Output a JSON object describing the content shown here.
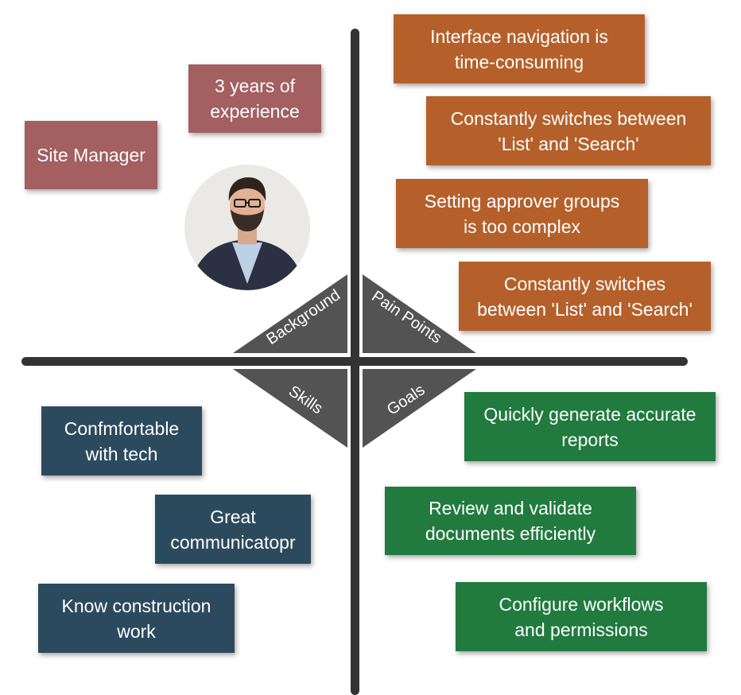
{
  "colors": {
    "background_card": "#a45f61",
    "pain_card": "#b5602b",
    "skills_card": "#2c4a5e",
    "goals_card": "#217a3e",
    "axis": "#333333",
    "quadrant_triangle": "#535353"
  },
  "quadrants": {
    "background": "Background",
    "pain_points": "Pain Points",
    "skills": "Skills",
    "goals": "Goals"
  },
  "persona": {
    "photo_icon": "person-photo-icon"
  },
  "background": {
    "items": [
      {
        "line1": "3 years of",
        "line2": "experience"
      },
      {
        "line1": "Site Manager",
        "line2": ""
      }
    ]
  },
  "pain_points": {
    "items": [
      {
        "line1": "Interface navigation is",
        "line2": "time-consuming"
      },
      {
        "line1": "Constantly switches between",
        "line2": "'List' and 'Search'"
      },
      {
        "line1": "Setting approver groups",
        "line2": "is too complex"
      },
      {
        "line1": "Constantly switches",
        "line2": "between 'List' and 'Search'"
      }
    ]
  },
  "skills": {
    "items": [
      {
        "line1": "Confmfortable",
        "line2": "with tech"
      },
      {
        "line1": "Great",
        "line2": "communicatopr"
      },
      {
        "line1": "Know construction",
        "line2": "work"
      }
    ]
  },
  "goals": {
    "items": [
      {
        "line1": "Quickly generate accurate",
        "line2": "reports"
      },
      {
        "line1": "Review and validate",
        "line2": "documents efficiently"
      },
      {
        "line1": "Configure workflows",
        "line2": "and permissions"
      }
    ]
  }
}
